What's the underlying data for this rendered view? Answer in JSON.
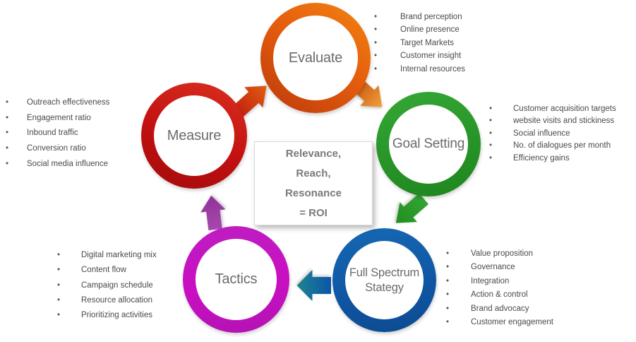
{
  "center": {
    "text": "Relevance,\nReach,\nResonance\n= ROI"
  },
  "nodes": [
    {
      "id": "evaluate",
      "label": "Evaluate",
      "color": "#E4600E",
      "bullets": [
        "Brand perception",
        "Online presence",
        "Target Markets",
        "Customer insight",
        "Internal resources"
      ]
    },
    {
      "id": "goal-setting",
      "label": "Goal Setting",
      "color": "#2B9B2B",
      "bullets": [
        "Customer acquisition targets",
        "website visits and stickiness",
        "Social influence",
        "No. of dialogues per month",
        "Efficiency gains"
      ]
    },
    {
      "id": "full-spectrum-strategy",
      "label": "Full Spectrum\nStategy",
      "color": "#0F57A5",
      "bullets": [
        "Value proposition",
        "Governance",
        "Integration",
        "Action & control",
        "Brand advocacy",
        "Customer engagement"
      ]
    },
    {
      "id": "tactics",
      "label": "Tactics",
      "color": "#C512BE",
      "bullets": [
        "Digital marketing mix",
        "Content flow",
        "Campaign schedule",
        "Resource allocation",
        "Prioritizing activities"
      ]
    },
    {
      "id": "measure",
      "label": "Measure",
      "color": "#C20F0D",
      "bullets": [
        "Outreach effectiveness",
        "Engagement ratio",
        "Inbound traffic",
        "Conversion ratio",
        "Social media influence"
      ]
    }
  ],
  "arrows": [
    {
      "from": "measure",
      "to": "evaluate",
      "colors": [
        "#C32410",
        "#E25C0F"
      ]
    },
    {
      "from": "evaluate",
      "to": "goal-setting",
      "colors": [
        "#C84E0D",
        "#F0A23C"
      ]
    },
    {
      "from": "goal-setting",
      "to": "full-spectrum-strategy",
      "colors": [
        "#33A433",
        "#1F8F1F"
      ]
    },
    {
      "from": "full-spectrum-strategy",
      "to": "tactics",
      "colors": [
        "#0D55A8",
        "#1F858E"
      ]
    },
    {
      "from": "tactics",
      "to": "measure",
      "colors": [
        "#A848AE",
        "#8F3399"
      ]
    }
  ]
}
